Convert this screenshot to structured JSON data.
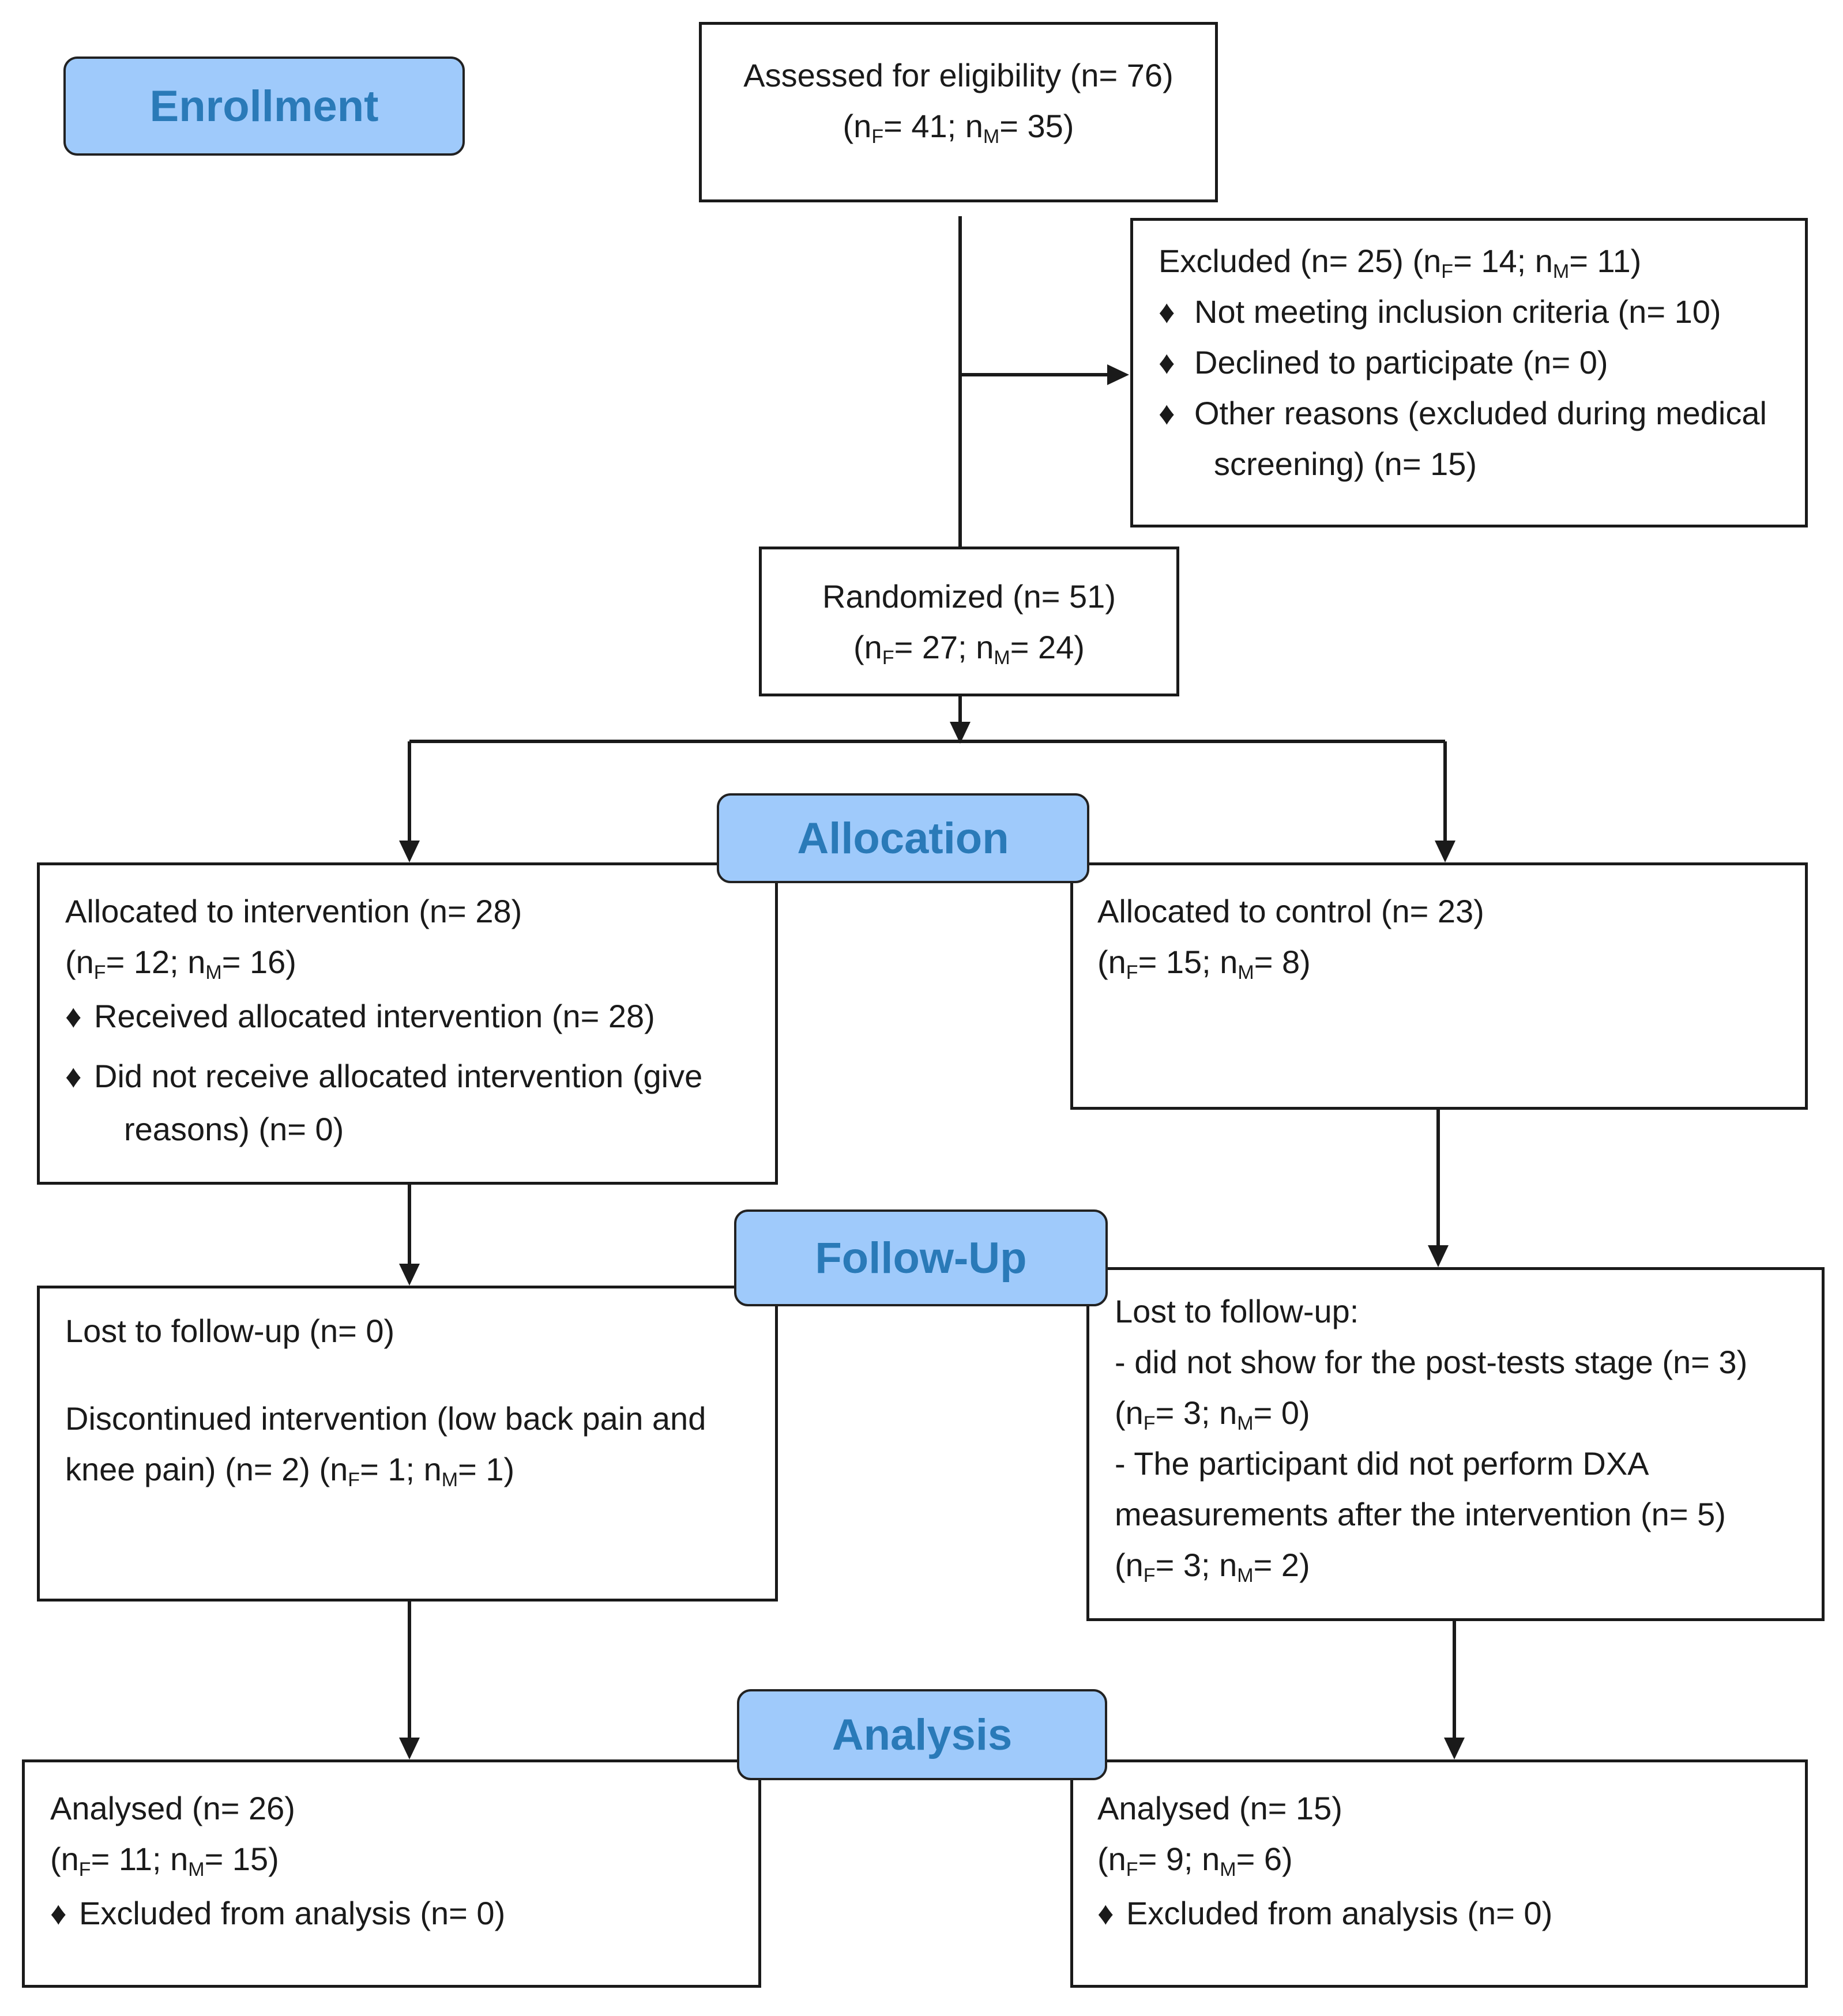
{
  "stages": {
    "enrollment": "Enrollment",
    "allocation": "Allocation",
    "followup": "Follow-Up",
    "analysis": "Analysis"
  },
  "assessed": {
    "line1": "Assessed for eligibility (n= 76)",
    "counts": {
      "pre": "(n",
      "f_sub": "F",
      "f_val": "= 41; n",
      "m_sub": "M",
      "m_val": "= 35)"
    }
  },
  "excluded": {
    "header_pre": "Excluded  (n= 25) (n",
    "f_sub": "F",
    "f_val": "= 14; n",
    "m_sub": "M",
    "m_val": "= 11)",
    "bullet": "♦",
    "items": [
      "Not meeting inclusion criteria (n= 10)",
      "Declined to participate (n= 0)",
      "Other reasons (excluded during medical",
      "screening) (n= 15)"
    ]
  },
  "randomized": {
    "line1": "Randomized (n= 51)",
    "counts": {
      "pre": "(n",
      "f_sub": "F",
      "f_val": "= 27; n",
      "m_sub": "M",
      "m_val": "= 24)"
    }
  },
  "alloc_intervention": {
    "line1": "Allocated to intervention (n= 28)",
    "counts": {
      "pre": "(n",
      "f_sub": "F",
      "f_val": "= 12; n",
      "m_sub": "M",
      "m_val": "= 16)"
    },
    "bullet": "♦",
    "item1": "Received allocated intervention (n= 28)",
    "item2": "Did not receive allocated intervention (give",
    "item2b": "reasons) (n= 0)"
  },
  "alloc_control": {
    "line1": "Allocated to control (n= 23)",
    "counts": {
      "pre": "(n",
      "f_sub": "F",
      "f_val": "= 15; n",
      "m_sub": "M",
      "m_val": "= 8)"
    }
  },
  "followup_intervention": {
    "line1": "Lost to follow-up (n= 0)",
    "line2": "Discontinued intervention (low back pain and",
    "line3_pre": "knee pain) (n= 2) (n",
    "f_sub": "F",
    "f_val": "= 1; n",
    "m_sub": "M",
    "m_val": "= 1)"
  },
  "followup_control": {
    "line1": "Lost to follow-up:",
    "line2": "- did not show for the post-tests stage (n= 3)",
    "counts1": {
      "pre": "(n",
      "f_sub": "F",
      "f_val": "= 3; n",
      "m_sub": "M",
      "m_val": "= 0)"
    },
    "line4": "- The participant did not perform DXA",
    "line5": "measurements after the intervention (n= 5)",
    "counts2": {
      "pre": "(n",
      "f_sub": "F",
      "f_val": "= 3; n",
      "m_sub": "M",
      "m_val": "= 2)"
    }
  },
  "analysed_intervention": {
    "line1": "Analysed (n= 26)",
    "counts": {
      "pre": "(n",
      "f_sub": "F",
      "f_val": "= 11; n",
      "m_sub": "M",
      "m_val": "= 15)"
    },
    "bullet": "♦",
    "item1": "Excluded from analysis (n= 0)"
  },
  "analysed_control": {
    "line1": "Analysed  (n= 15)",
    "counts": {
      "pre": "(n",
      "f_sub": "F",
      "f_val": "= 9; n",
      "m_sub": "M",
      "m_val": "= 6)"
    },
    "bullet": "♦",
    "item1": "Excluded from analysis (n= 0)"
  }
}
